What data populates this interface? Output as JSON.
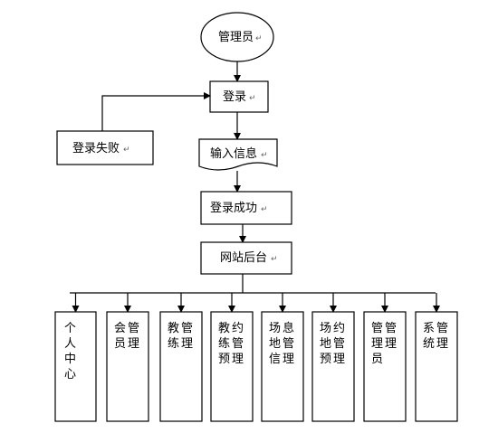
{
  "diagram": {
    "start": {
      "label": "管理员"
    },
    "login": {
      "label": "登录"
    },
    "login_failed": {
      "label": "登录失败"
    },
    "input_info": {
      "label": "输入信息"
    },
    "login_success": {
      "label": "登录成功"
    },
    "backend": {
      "label": "网站后台"
    },
    "modules": [
      {
        "label": "个人中心"
      },
      {
        "label": "会员管理"
      },
      {
        "label": "教练管理"
      },
      {
        "label": "教练预约管理"
      },
      {
        "label": "场地信息管理"
      },
      {
        "label": "场地预约管理"
      },
      {
        "label": "管理员管理"
      },
      {
        "label": "系统管理"
      }
    ],
    "paragraph_mark": "↵"
  }
}
